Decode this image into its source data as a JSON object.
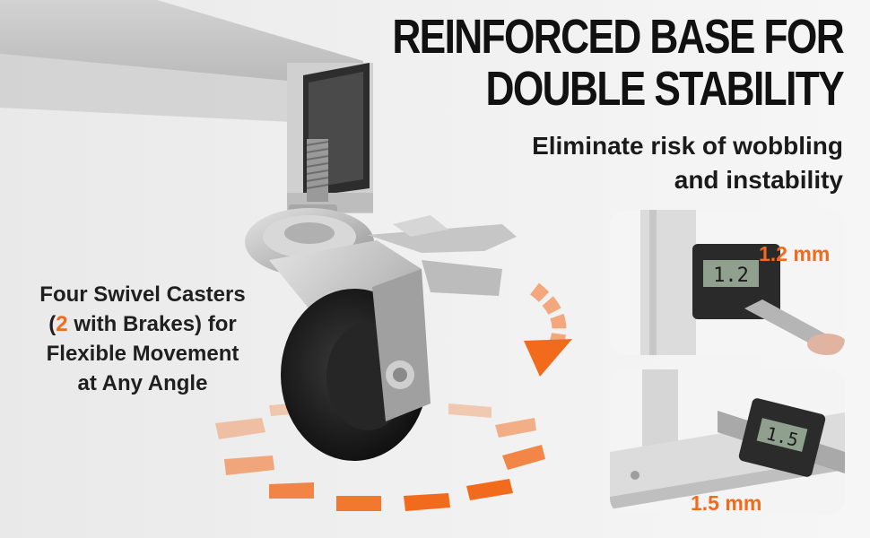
{
  "headline": {
    "line1": "REINFORCED BASE FOR",
    "line2": "DOUBLE STABILITY"
  },
  "subheadline": {
    "line1": "Eliminate risk of wobbling",
    "line2": "and instability"
  },
  "caster_text": {
    "line1": "Four Swivel Casters",
    "paren_open": "(",
    "brakes_count": "2",
    "line2_rest": " with Brakes) for",
    "line3": "Flexible Movement",
    "line4": "at Any Angle"
  },
  "measure_top": {
    "value": "1.2 mm",
    "display": "1.2"
  },
  "measure_bottom": {
    "value": "1.5 mm",
    "display": "1.5"
  },
  "colors": {
    "accent": "#f26a1b",
    "text": "#111111",
    "metal": "#c9c9c9",
    "wheel": "#1c1c1c"
  }
}
